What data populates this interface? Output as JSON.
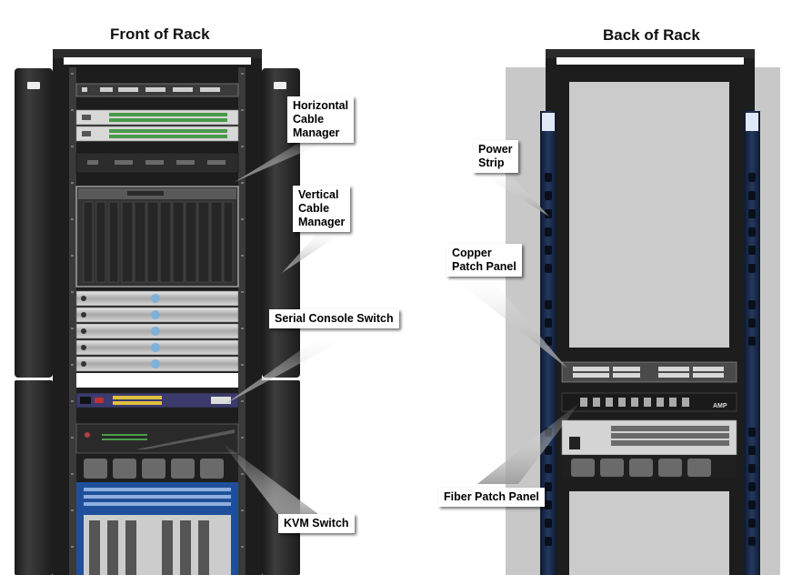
{
  "titles": {
    "front": "Front of Rack",
    "back": "Back of Rack"
  },
  "callouts": {
    "horizontal_cable_manager": "Horizontal\nCable\nManager",
    "vertical_cable_manager": "Vertical\nCable\nManager",
    "serial_console_switch": "Serial Console Switch",
    "kvm_switch": "KVM Switch",
    "power_strip": "Power\nStrip",
    "copper_patch_panel": "Copper\nPatch Panel",
    "fiber_patch_panel": "Fiber Patch Panel"
  },
  "logos": {
    "fiber_panel_brand": "AMP"
  },
  "colors": {
    "rack_frame": "#1c1c1c",
    "vertical_manager": "#2a2a2a",
    "back_panel_gray": "#c8c8c8",
    "pdu_navy": "#1a2a4a",
    "kvm_blue": "#1f4f9a",
    "console_switch_purple": "#3a3a6e"
  }
}
